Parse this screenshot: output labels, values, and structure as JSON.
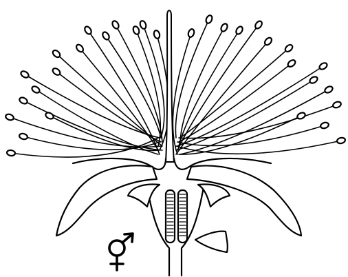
{
  "figure": {
    "subject": "flower-longitudinal-section",
    "symbol": "hermaphrodite",
    "stroke_color": "#000000",
    "background_color": "#ffffff",
    "stamen_count": 31
  }
}
